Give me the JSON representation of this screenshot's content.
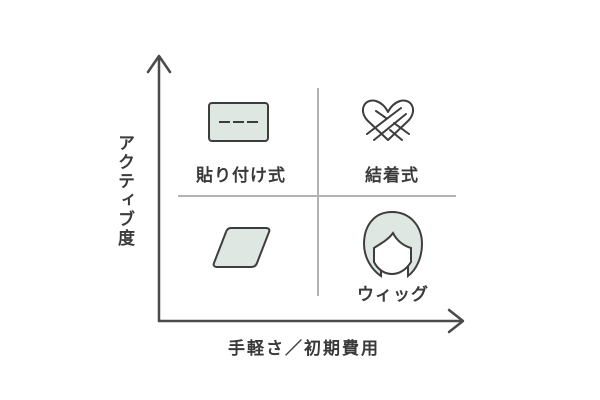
{
  "axes": {
    "y_label": "アクティブ度",
    "x_label": "手軽さ／初期費用"
  },
  "quadrants": [
    {
      "id": "top-left",
      "label": "貼り付け式",
      "icon": "adhesive-sheet-icon"
    },
    {
      "id": "top-right",
      "label": "結着式",
      "icon": "knot-icon"
    },
    {
      "id": "bottom-left",
      "label": "",
      "icon": "parallelogram-patch-icon"
    },
    {
      "id": "bottom-right",
      "label": "ウィッグ",
      "icon": "wig-head-icon"
    }
  ],
  "colors": {
    "line": "#4a4a4a",
    "divider": "#b3b3b3",
    "icon_stroke": "#3d3d3d",
    "icon_fill": "#dfe7e3"
  }
}
